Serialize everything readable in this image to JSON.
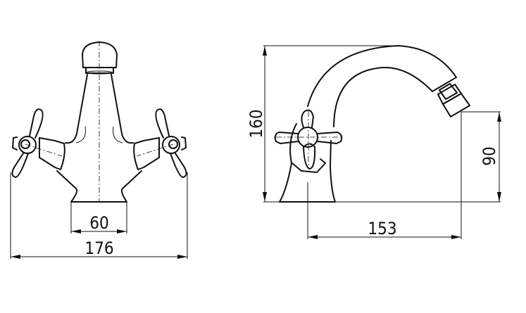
{
  "front_view": {
    "dimensions": {
      "base_width": "60",
      "overall_width": "176"
    }
  },
  "side_view": {
    "dimensions": {
      "height": "160",
      "spout_height": "90",
      "spout_reach": "153"
    }
  }
}
